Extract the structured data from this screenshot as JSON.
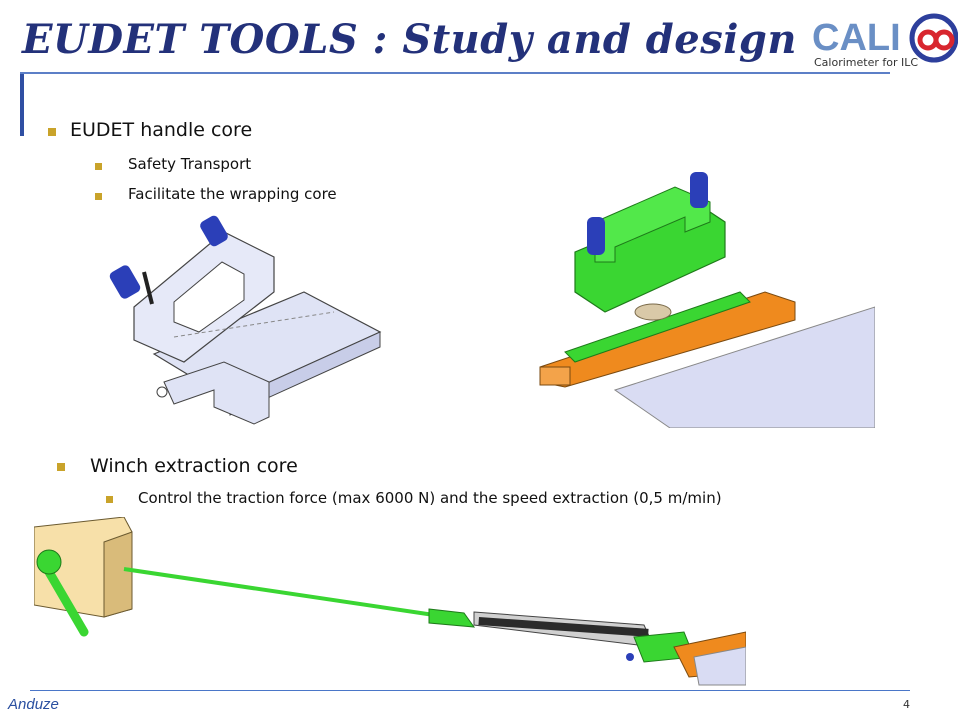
{
  "slide": {
    "title": "EUDET TOOLS : Study and design",
    "logo": {
      "name": "CALICE logo",
      "text_main": "CALICE",
      "subtitle": "Calorimeter for ILC"
    },
    "section1": {
      "heading": "EUDET handle core",
      "items": [
        "Safety Transport",
        "Facilitate the wrapping core"
      ]
    },
    "section2": {
      "heading": "Winch extraction core",
      "items": [
        "Control the traction force (max 6000 N) and the speed extraction (0,5 m/min)"
      ]
    },
    "footer": {
      "author": "Anduze",
      "page": "4"
    },
    "colors": {
      "title": "#23317a",
      "accent_line": "#5c7fc7",
      "bullet": "#c9a32a",
      "handle_green": "#3ad632",
      "base_orange": "#ef8a1e",
      "knob_blue": "#2b3fb8"
    },
    "images": [
      "handle-core-wireframe-render",
      "handle-core-colored-render",
      "winch-extraction-render"
    ]
  }
}
